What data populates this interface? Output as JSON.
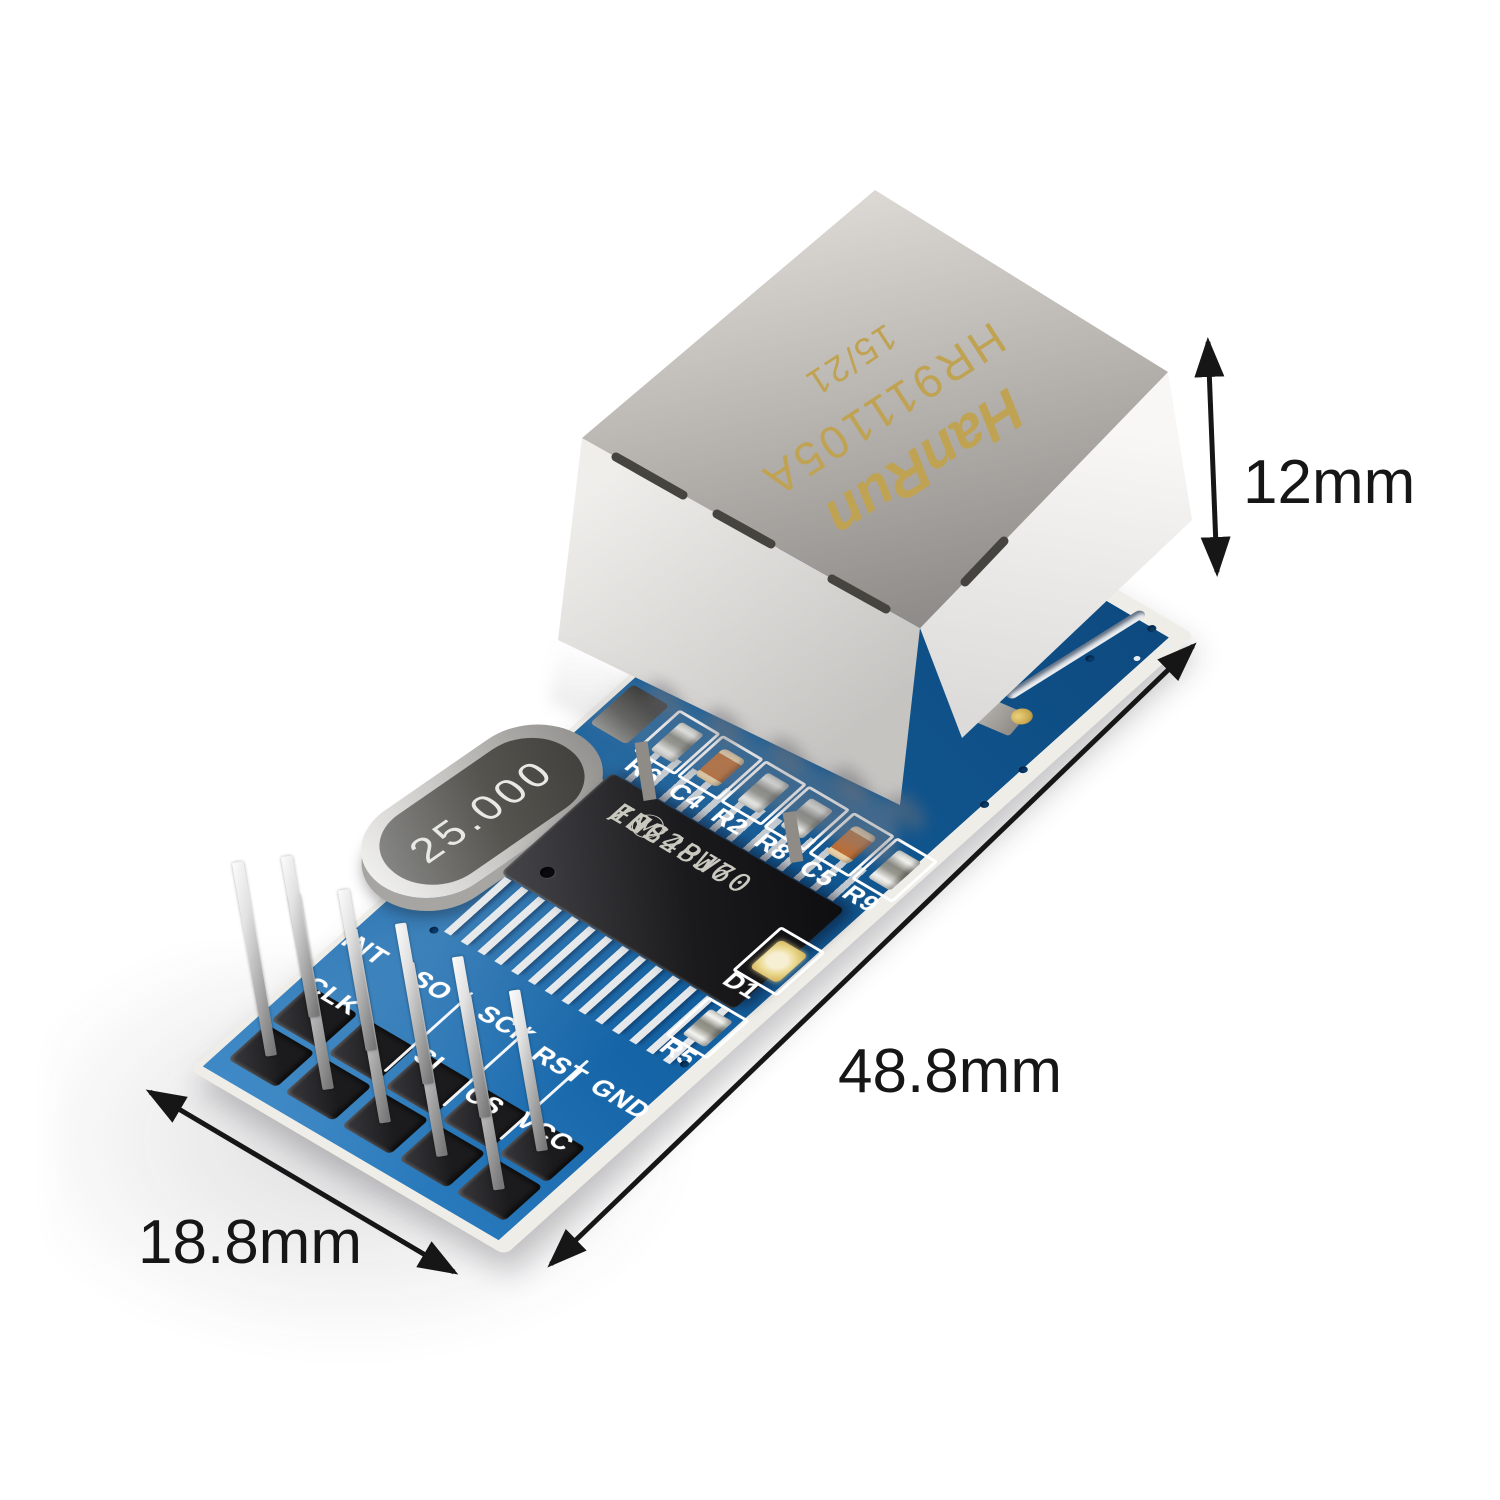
{
  "colors": {
    "pcb_blue": "#1565a8",
    "pcb_blue_dark": "#0d4a80",
    "silkscreen": "#ffffff",
    "shield_silver": "#c6c2be",
    "gold_print": "#c9a850",
    "cap_orange": "#bf6c30",
    "led_amber": "#ead9a8",
    "annotation_black": "#161616"
  },
  "annotations": {
    "height": "12mm",
    "length": "48.8mm",
    "width": "18.8mm"
  },
  "rj45_jack": {
    "brand": "HanRun",
    "part_number": "HR911105A",
    "date_code": "15/21"
  },
  "crystal": {
    "marking": "25.000"
  },
  "ic": {
    "part": "ENC28J60",
    "suffix": "/SS",
    "lot_code": "1024PW7",
    "logo_glyph": "Ⓜ"
  },
  "silkscreen": {
    "component_refs": [
      "R6",
      "C4",
      "R2",
      "R8",
      "C5",
      "R9"
    ],
    "bottom_component_refs": [
      "R5",
      "D1"
    ],
    "pin_labels_inner": [
      "CLK",
      "SI",
      "CS",
      "VCC"
    ],
    "pin_labels_outer": [
      "INT",
      "SO",
      "SCK",
      "RST",
      "GND"
    ]
  }
}
